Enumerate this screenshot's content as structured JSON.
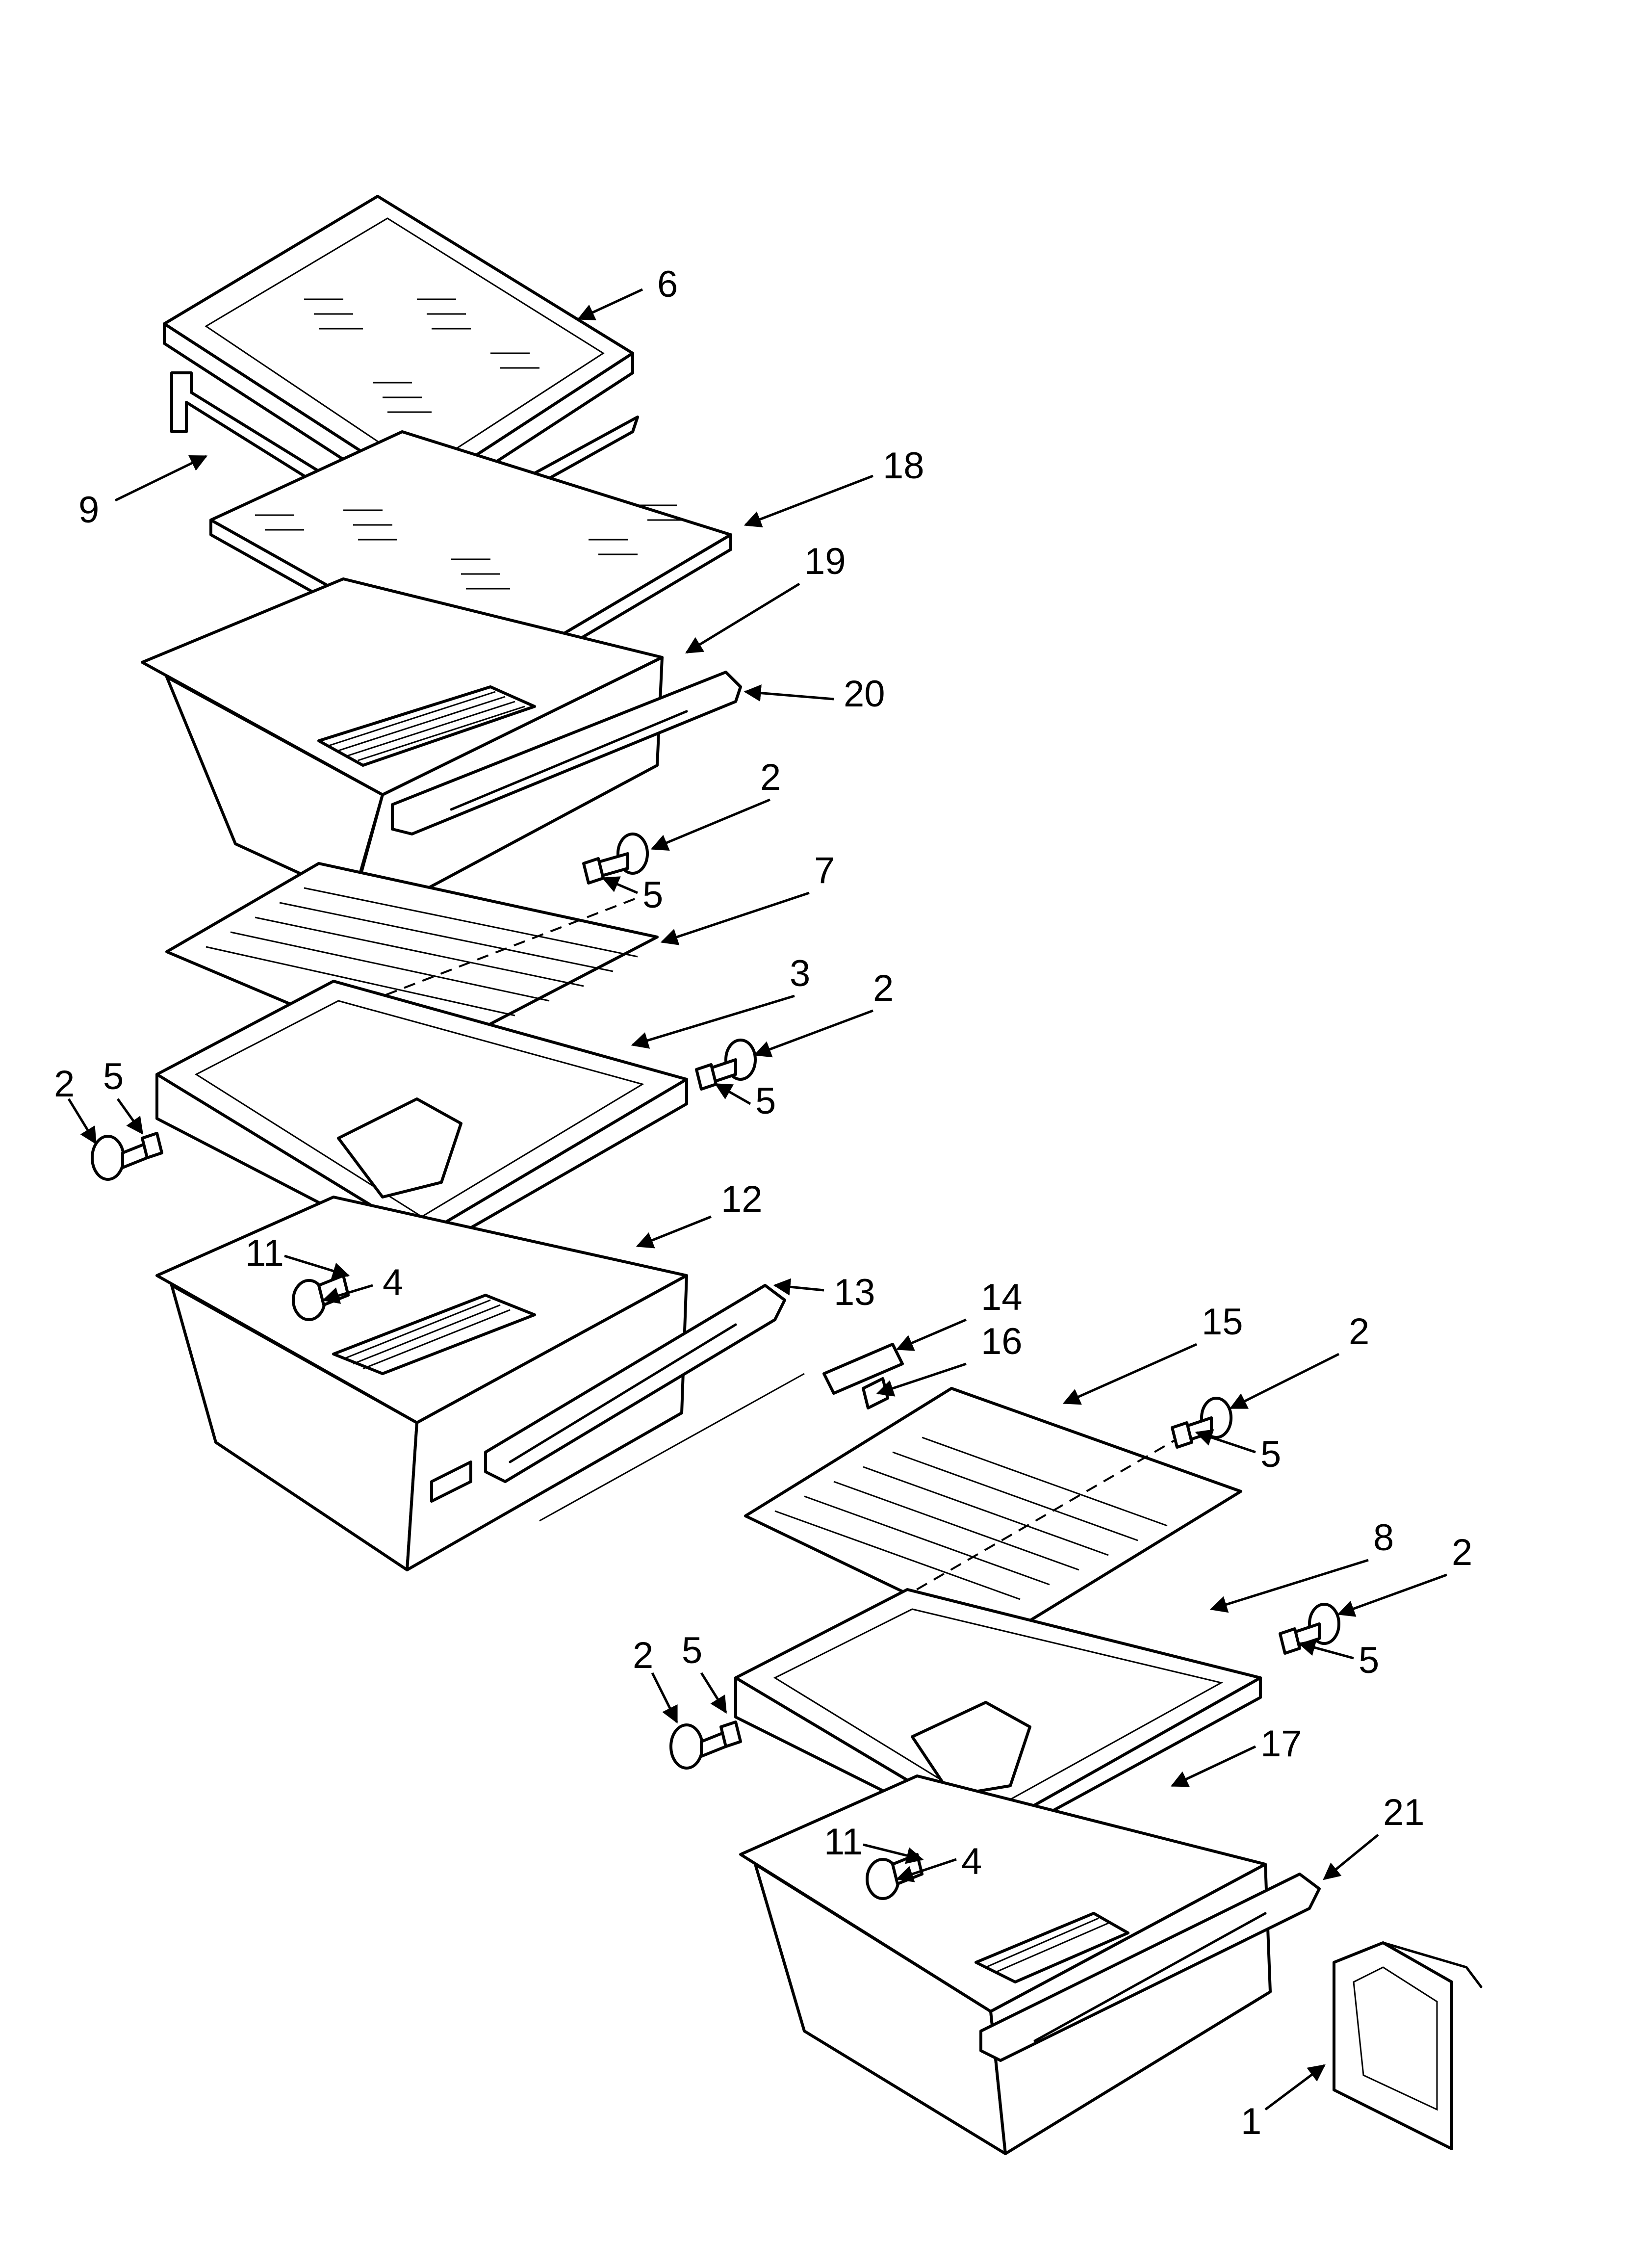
{
  "callouts": {
    "c1": "1",
    "c2": "2",
    "c3": "3",
    "c4": "4",
    "c5": "5",
    "c6": "6",
    "c7": "7",
    "c8": "8",
    "c9": "9",
    "c11": "11",
    "c12": "12",
    "c13": "13",
    "c14": "14",
    "c15": "15",
    "c16": "16",
    "c17": "17",
    "c18": "18",
    "c19": "19",
    "c20": "20",
    "c21": "21"
  },
  "colors": {
    "line": "#000000",
    "background": "#ffffff"
  }
}
